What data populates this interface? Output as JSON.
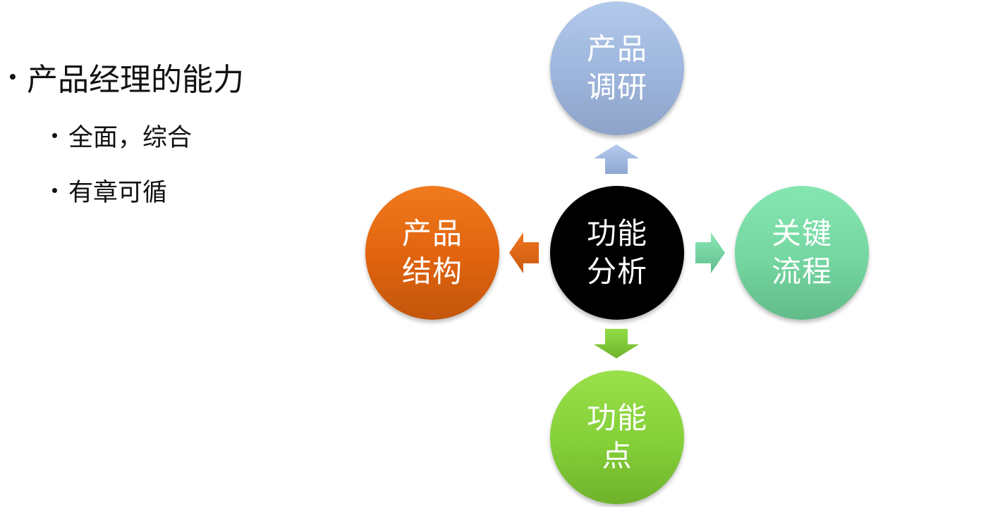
{
  "bullets": {
    "main": "产品经理的能力",
    "subs": [
      "全面，综合",
      "有章可循"
    ]
  },
  "diagram": {
    "center": [
      "功能",
      "分析"
    ],
    "top": [
      "产品",
      "调研"
    ],
    "left": [
      "产品",
      "结构"
    ],
    "right": [
      "关键",
      "流程"
    ],
    "bottom": [
      "功能",
      "点"
    ]
  },
  "colors": {
    "top": "#9db5dc",
    "center": "#000000",
    "left": "#e0630e",
    "right": "#74d6a0",
    "bottom": "#84cf38"
  }
}
